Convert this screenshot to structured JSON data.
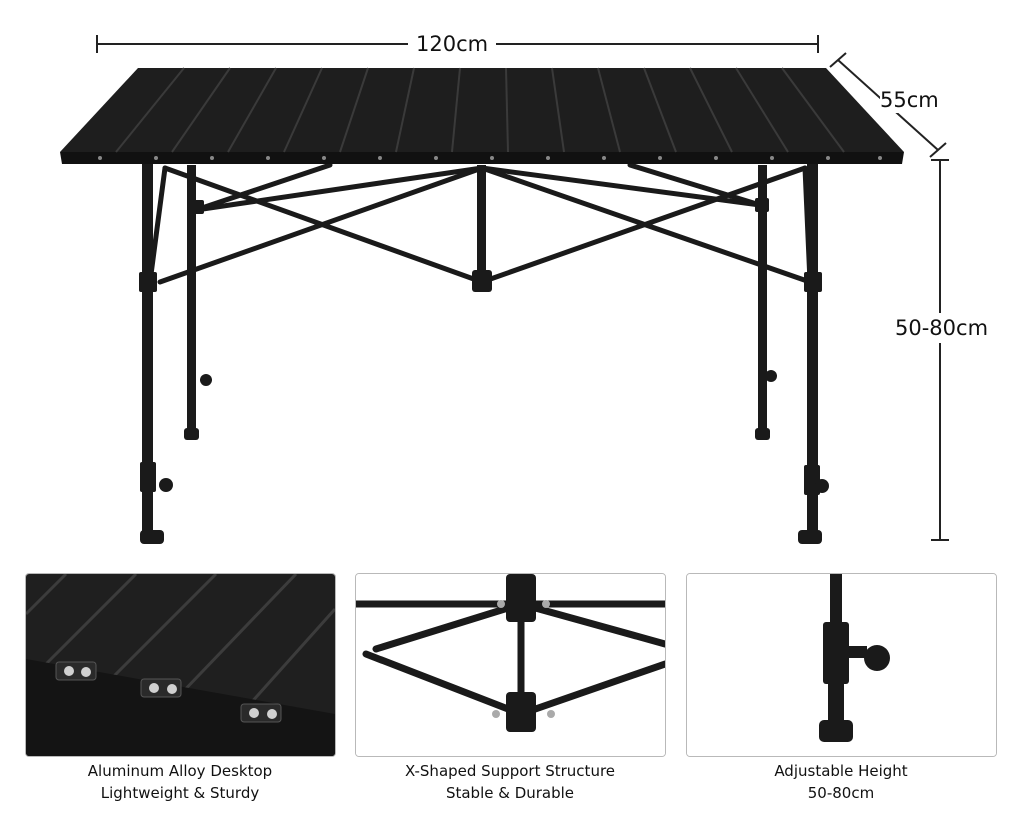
{
  "dimensions": {
    "length": "120cm",
    "width": "55cm",
    "height": "50-80cm"
  },
  "features": [
    {
      "line1": "Aluminum Alloy Desktop",
      "line2": "Lightweight & Sturdy"
    },
    {
      "line1": "X-Shaped Support Structure",
      "line2": "Stable & Durable"
    },
    {
      "line1": "Adjustable Height",
      "line2": "50-80cm"
    }
  ],
  "colors": {
    "table": "#1a1a1a",
    "dimension_line": "#222222",
    "panel_border": "#b9b9b9"
  }
}
